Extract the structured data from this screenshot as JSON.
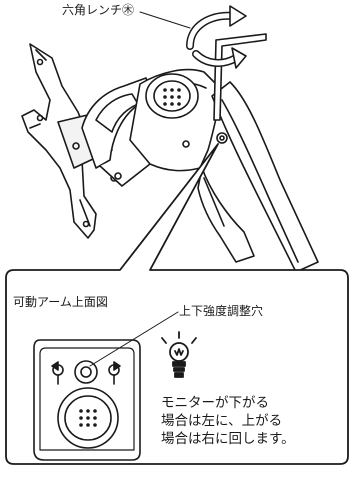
{
  "labels": {
    "hex_wrench": "六角レンチ㊍",
    "panel_title": "可動アーム上面図",
    "adjust_hole": "上下強度調整穴"
  },
  "instruction": {
    "line1": "モニターが下がる",
    "line2": "場合は左に、上がる",
    "line3": "場合は右に回します。"
  },
  "icons": {
    "hint": "lightbulb-icon",
    "rotate_left": "rotate-left-icon",
    "rotate_right": "rotate-right-icon"
  }
}
